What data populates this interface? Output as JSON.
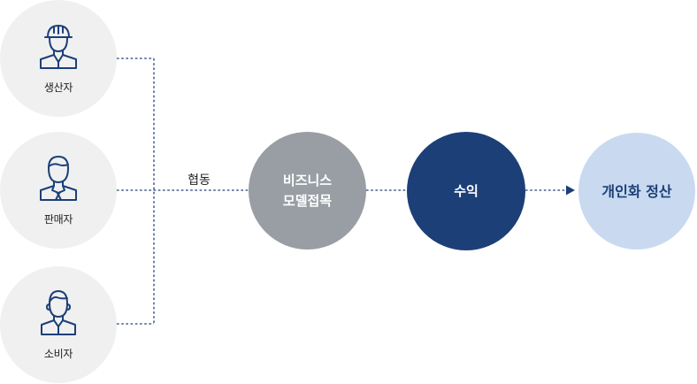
{
  "actors": [
    {
      "label": "생산자",
      "icon": "worker-hardhat-icon"
    },
    {
      "label": "판매자",
      "icon": "businessman-icon"
    },
    {
      "label": "소비자",
      "icon": "person-icon"
    }
  ],
  "connector_label": "협동",
  "flow": {
    "business_model": {
      "line1": "비즈니스",
      "line2": "모델접목"
    },
    "profit": {
      "label": "수익"
    },
    "settlement": {
      "label": "개인화 정산"
    }
  },
  "colors": {
    "actor_bg": "#f0f0f0",
    "icon_stroke": "#1c3f78",
    "connector": "#1c3f78",
    "model_bg": "#999ea4",
    "profit_bg": "#1c3f78",
    "settle_bg": "#c9daf0",
    "settle_text": "#1c3f78"
  }
}
